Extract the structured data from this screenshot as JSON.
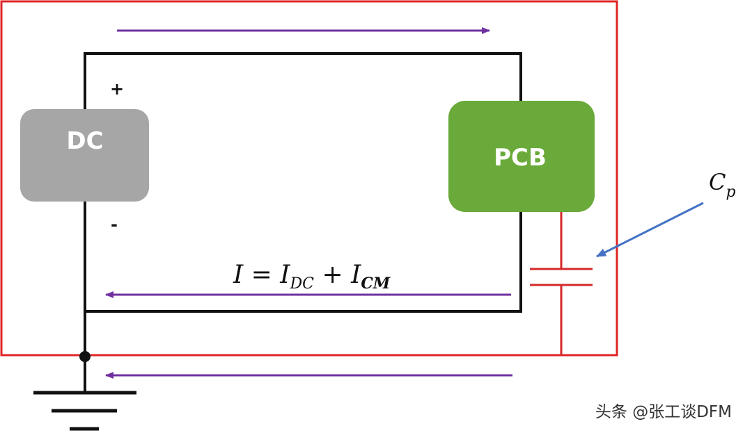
{
  "diagram": {
    "dc_block_label": "DC",
    "pcb_block_label": "PCB",
    "plus_sign": "+",
    "minus_sign": "-",
    "capacitor_label": {
      "main": "C",
      "sub": "p"
    },
    "current_equation": {
      "i": "I",
      "eq": " = ",
      "i_dc": "I",
      "dc_sub": "DC",
      "plus": " + ",
      "i_cm": "I",
      "cm_sub": "CM"
    },
    "watermark": "头条 @张工谈DFM"
  },
  "colors": {
    "dc_block": "#a6a6a6",
    "pcb_block": "#6aaa3a",
    "enclosure": "#e02424",
    "capacitor": "#d42a2a",
    "current_arrows": "#7030a0",
    "cp_pointer": "#4472c4",
    "wires": "#111111"
  }
}
